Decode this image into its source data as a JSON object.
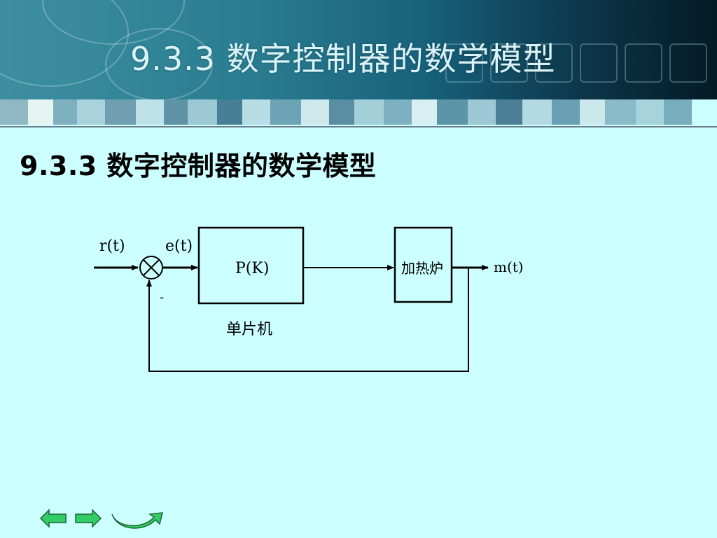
{
  "banner": {
    "title": "9.3.3  数字控制器的数学模型"
  },
  "heading": "9.3.3  数字控制器的数学模型",
  "diagram": {
    "input_label": "r(t)",
    "error_label": "e(t)",
    "feedback_sign": "-",
    "controller_label": "P(K)",
    "controller_caption": "单片机",
    "plant_label": "加热炉",
    "output_label": "m(t)"
  },
  "nav": {
    "prev": "previous-slide",
    "next": "next-slide",
    "return": "return"
  }
}
